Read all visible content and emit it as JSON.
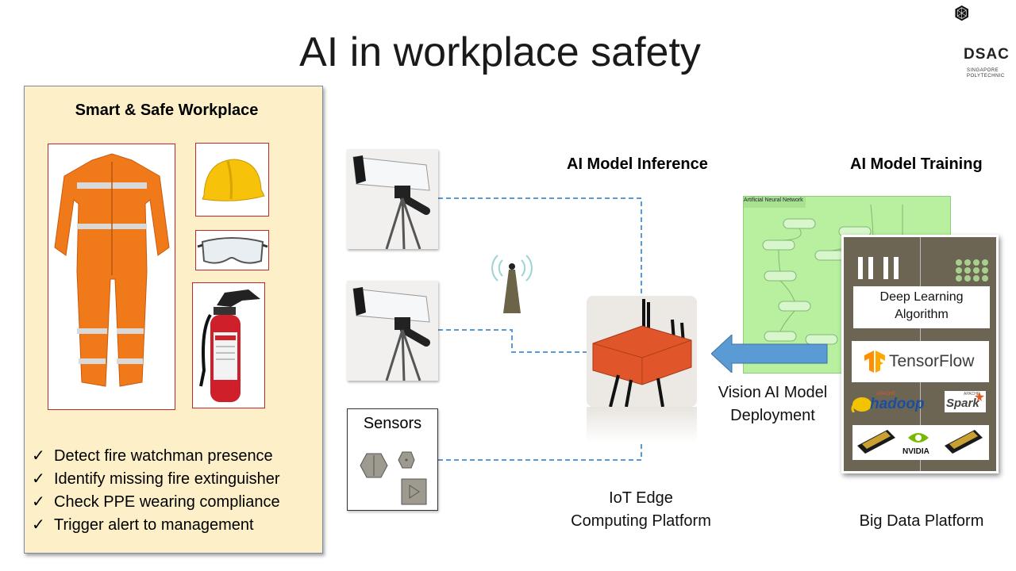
{
  "title": "AI in workplace safety",
  "logo": {
    "name": "DSAC",
    "subtitle_line1": "SINGAPORE",
    "subtitle_line2": "POLYTECHNIC"
  },
  "left_panel": {
    "title": "Smart & Safe Workplace",
    "checklist": [
      "Detect fire watchman presence",
      "Identify missing fire extinguisher",
      "Check PPE wearing compliance",
      "Trigger alert to management"
    ]
  },
  "headings": {
    "inference": "AI Model Inference",
    "training": "AI Model Training"
  },
  "sensors": {
    "title": "Sensors"
  },
  "neural_network": {
    "title": "Artificial Neural Network"
  },
  "deployment": {
    "line1": "Vision AI Model",
    "line2": "Deployment"
  },
  "iot": {
    "line1": "IoT Edge",
    "line2": "Computing Platform"
  },
  "big_data": {
    "label": "Big Data Platform",
    "dl_line1": "Deep Learning",
    "dl_line2": "Algorithm",
    "tensorflow": "TensorFlow",
    "hadoop": "hadoop",
    "spark": "Spark",
    "apache": "APACHE",
    "nvidia": "NVIDIA"
  },
  "colors": {
    "panel_bg": "#fdf0c9",
    "dashed_line": "#5b9bd5",
    "arrow": "#5b9bd5",
    "image_border": "#c0282e",
    "nn_bg": "#b8f0a0",
    "platform_bg": "#6d6553",
    "tf_orange": "#ff8f00"
  }
}
